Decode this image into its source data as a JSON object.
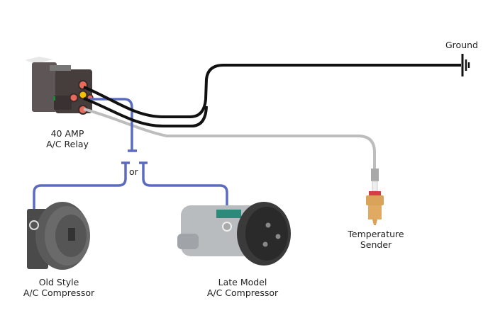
{
  "diagram": {
    "labels": {
      "ground": "Ground",
      "relay_line1": "40 AMP",
      "relay_line2": "A/C Relay",
      "or": "or",
      "temp_line1": "Temperature",
      "temp_line2": "Sender",
      "old_line1": "Old Style",
      "old_line2": "A/C Compressor",
      "late_line1": "Late Model",
      "late_line2": "A/C Compressor"
    },
    "components": [
      "40 AMP A/C Relay",
      "Ground",
      "Temperature Sender",
      "Old Style A/C Compressor",
      "Late Model A/C Compressor"
    ],
    "wires": [
      {
        "name": "ground-wire",
        "color": "#111111",
        "from": "relay",
        "to": "ground"
      },
      {
        "name": "power-wire",
        "color": "#111111",
        "from": "relay",
        "to": "ground-wire-junction"
      },
      {
        "name": "sender-wire",
        "color": "#bdbdbd",
        "from": "relay",
        "to": "temperature-sender"
      },
      {
        "name": "compressor-wire",
        "color": "#5b6bbf",
        "from": "relay",
        "to": "compressor (old style or late model)"
      }
    ],
    "colors": {
      "black_wire": "#111111",
      "gray_wire": "#bdbdbd",
      "blue_wire": "#5b6bbf",
      "brass": "#d9a35a"
    }
  }
}
